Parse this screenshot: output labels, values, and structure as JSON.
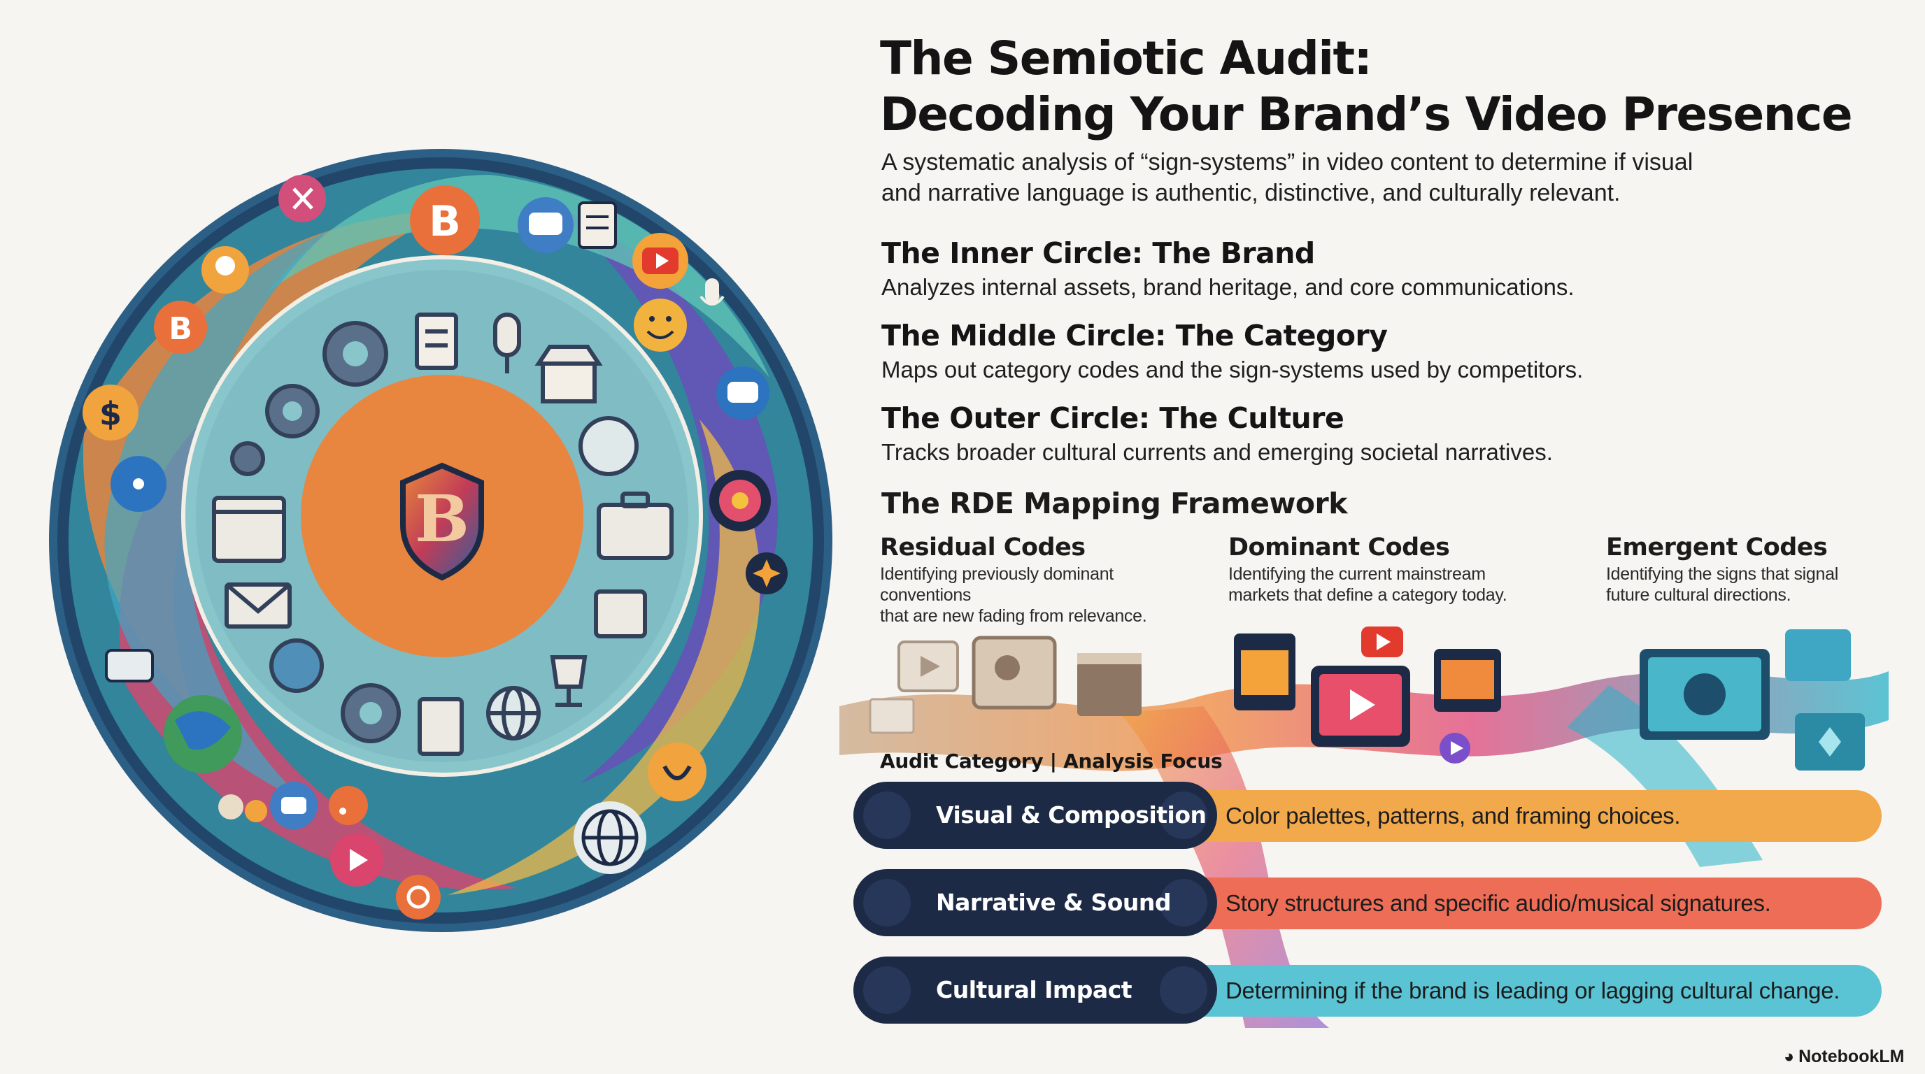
{
  "title": {
    "line1": "The Semiotic Audit:",
    "line2": "Decoding Your Brand’s Video Presence"
  },
  "subtitle": {
    "line1": "A systematic analysis of “sign-systems” in video content to determine if visual",
    "line2": "and narrative language is authentic, distinctive, and culturally relevant."
  },
  "circles": [
    {
      "heading": "The Inner Circle: The Brand",
      "text": "Analyzes internal assets, brand heritage, and core communications."
    },
    {
      "heading": "The Middle Circle: The Category",
      "text": "Maps out category codes and the sign-systems used by competitors."
    },
    {
      "heading": "The Outer Circle: The Culture",
      "text": "Tracks broader cultural currents and emerging societal narratives."
    }
  ],
  "rde": {
    "title": "The RDE Mapping Framework",
    "codes": [
      {
        "heading": "Residual Codes",
        "line1": "Identifying previously dominant conventions",
        "line2": "that are new fading from relevance."
      },
      {
        "heading": "Dominant Codes",
        "line1": "Identifying the current mainstream",
        "line2": "markets that define a category today."
      },
      {
        "heading": "Emergent Codes",
        "line1": "Identifying the signs that signal",
        "line2": "future cultural directions."
      }
    ]
  },
  "audit": {
    "header": "Audit Category | Analysis Focus",
    "rows": [
      {
        "label": "Visual & Composition",
        "focus": "Color palettes, patterns, and framing choices.",
        "color": "#f2a94c",
        "icon_left": "palette-icon",
        "icon_right": "aperture-icon"
      },
      {
        "label": "Narrative & Sound",
        "focus": "Story structures and specific audio/musical signatures.",
        "color": "#ee6d57",
        "icon_left": "book-icon",
        "icon_right": "music-note-icon"
      },
      {
        "label": "Cultural Impact",
        "focus": "Determining if the brand is leading or lagging cultural change.",
        "color": "#5bc4d4",
        "icon_left": "globe-trend-icon",
        "icon_right": "people-icon"
      }
    ]
  },
  "brand": {
    "inner_letter": "B",
    "crest_letter": "B",
    "bitcoin_symbol": "B",
    "dollar_symbol": "$"
  },
  "footer": {
    "logo": "NotebookLM"
  },
  "colors": {
    "navy": "#1d2a45",
    "orange": "#e8863f",
    "teal": "#3c9ba6",
    "background": "#f7f5f1"
  }
}
